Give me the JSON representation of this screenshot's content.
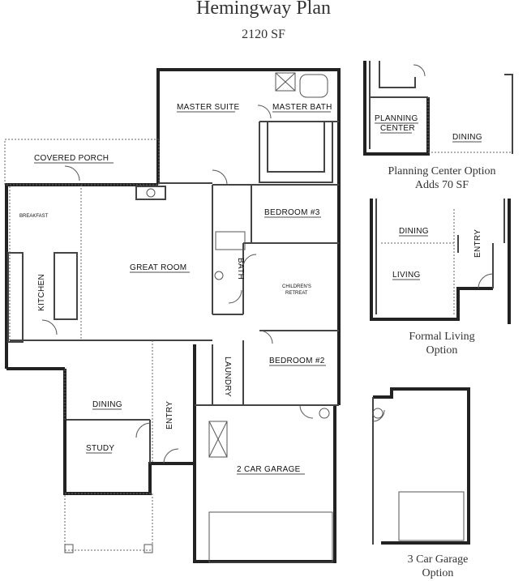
{
  "header": {
    "title": "Hemingway Plan",
    "square_feet": "2120 SF"
  },
  "rooms": {
    "master_suite": "MASTER SUITE",
    "master_bath": "MASTER BATH",
    "covered_porch": "COVERED PORCH",
    "breakfast": "BREAKFAST",
    "great_room": "GREAT ROOM",
    "bedroom3": "BEDROOM #3",
    "bath": "BATH",
    "kitchen": "KITCHEN",
    "childrens_retreat_1": "CHILDREN'S",
    "childrens_retreat_2": "RETREAT",
    "bedroom2": "BEDROOM #2",
    "laundry": "LAUNDRY",
    "dining": "DINING",
    "entry": "ENTRY",
    "study": "STUDY",
    "garage": "2 CAR GARAGE"
  },
  "options": {
    "planning": {
      "label1": "PLANNING",
      "label2": "CENTER",
      "dining": "DINING",
      "caption1": "Planning Center Option",
      "caption2": "Adds 70 SF"
    },
    "formal": {
      "dining": "DINING",
      "living": "LIVING",
      "entry": "ENTRY",
      "caption1": "Formal Living",
      "caption2": "Option"
    },
    "garage3": {
      "caption1": "3 Car Garage",
      "caption2": "Option"
    }
  }
}
